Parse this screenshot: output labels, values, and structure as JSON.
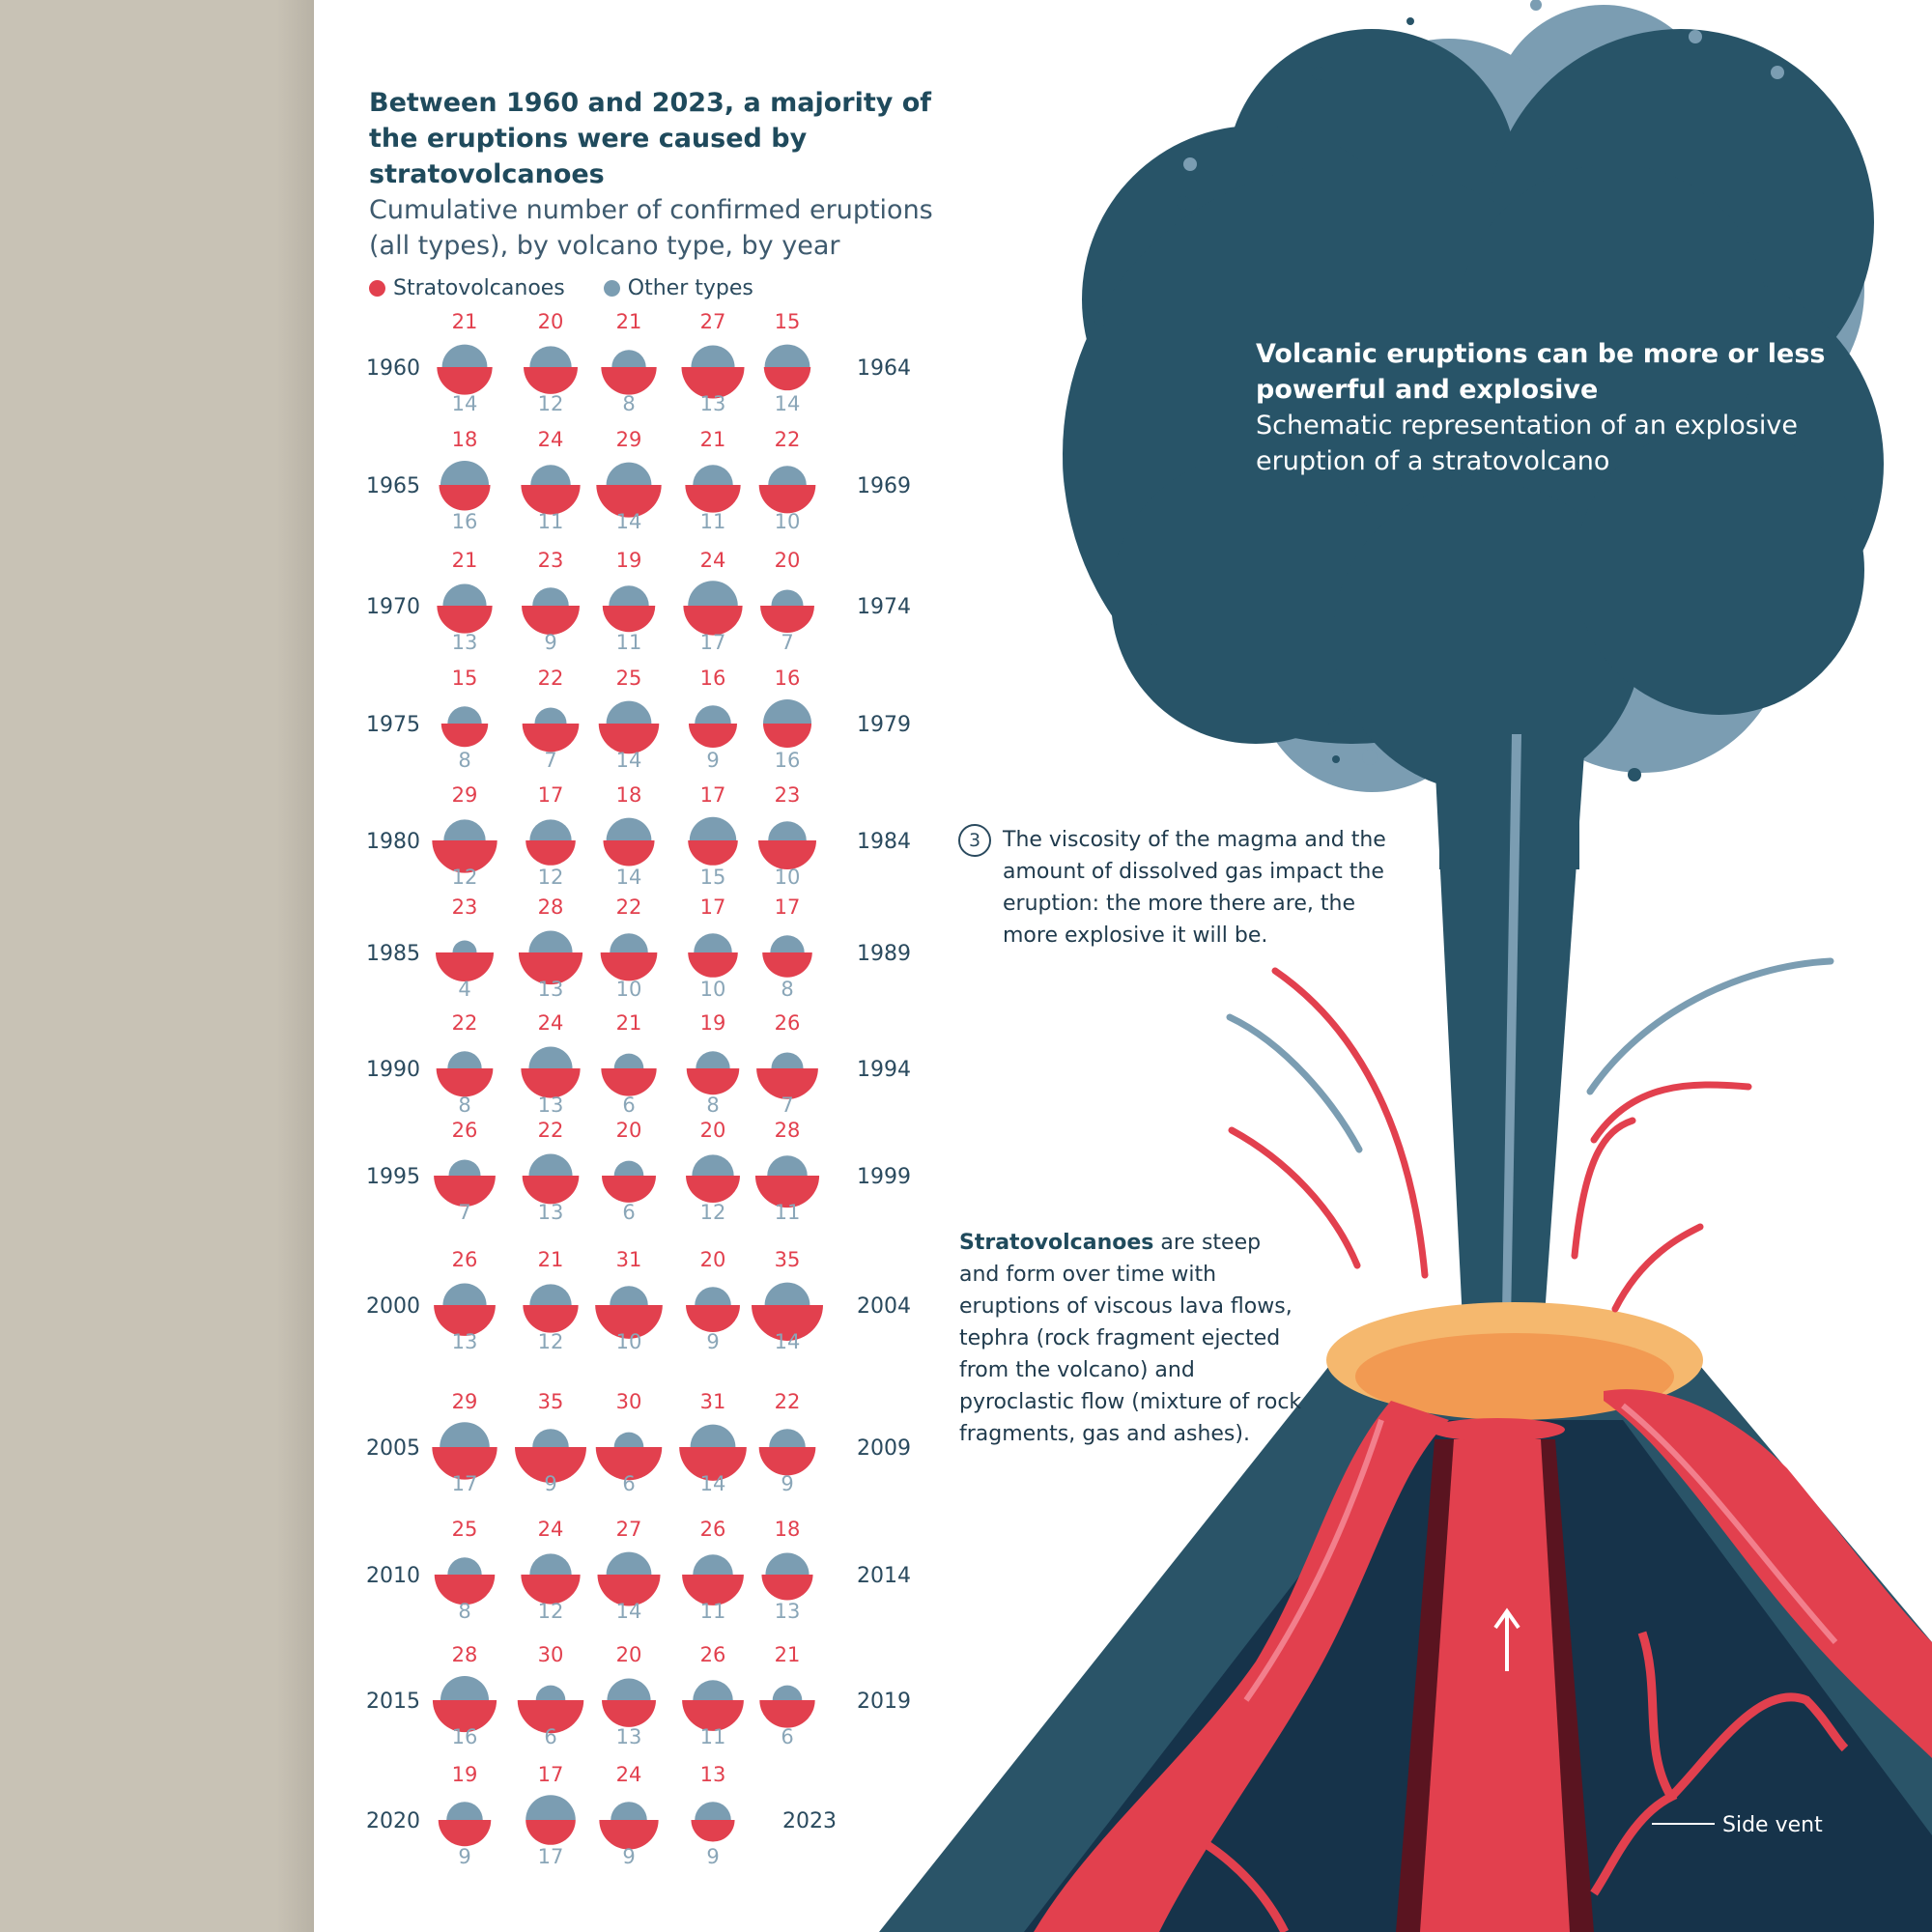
{
  "chart_data": {
    "type": "semicircle-grid",
    "title": "Between 1960 and 2023, a majority of the eruptions were caused by stratovolcanoes",
    "subtitle": "Cumulative number of confirmed eruptions (all types), by volcano type, by year",
    "legend": [
      {
        "name": "Stratovolcanoes",
        "color": "#e2404e"
      },
      {
        "name": "Other types",
        "color": "#7b9db2"
      }
    ],
    "series": [
      {
        "name": "Stratovolcanoes",
        "color": "#e2404e"
      },
      {
        "name": "Other types",
        "color": "#7b9db2"
      }
    ],
    "rows": [
      {
        "start": "1960",
        "end": "1964",
        "strato": [
          21,
          20,
          21,
          27,
          15
        ],
        "other": [
          14,
          12,
          8,
          13,
          14
        ]
      },
      {
        "start": "1965",
        "end": "1969",
        "strato": [
          18,
          24,
          29,
          21,
          22
        ],
        "other": [
          16,
          11,
          14,
          11,
          10
        ]
      },
      {
        "start": "1970",
        "end": "1974",
        "strato": [
          21,
          23,
          19,
          24,
          20
        ],
        "other": [
          13,
          9,
          11,
          17,
          7
        ]
      },
      {
        "start": "1975",
        "end": "1979",
        "strato": [
          15,
          22,
          25,
          16,
          16
        ],
        "other": [
          8,
          7,
          14,
          9,
          16
        ]
      },
      {
        "start": "1980",
        "end": "1984",
        "strato": [
          29,
          17,
          18,
          17,
          23
        ],
        "other": [
          12,
          12,
          14,
          15,
          10
        ]
      },
      {
        "start": "1985",
        "end": "1989",
        "strato": [
          23,
          28,
          22,
          17,
          17
        ],
        "other": [
          4,
          13,
          10,
          10,
          8
        ]
      },
      {
        "start": "1990",
        "end": "1994",
        "strato": [
          22,
          24,
          21,
          19,
          26
        ],
        "other": [
          8,
          13,
          6,
          8,
          7
        ]
      },
      {
        "start": "1995",
        "end": "1999",
        "strato": [
          26,
          22,
          20,
          20,
          28
        ],
        "other": [
          7,
          13,
          6,
          12,
          11
        ]
      },
      {
        "start": "2000",
        "end": "2004",
        "strato": [
          26,
          21,
          31,
          20,
          35
        ],
        "other": [
          13,
          12,
          10,
          9,
          14
        ]
      },
      {
        "start": "2005",
        "end": "2009",
        "strato": [
          29,
          35,
          30,
          31,
          22
        ],
        "other": [
          17,
          9,
          6,
          14,
          9
        ]
      },
      {
        "start": "2010",
        "end": "2014",
        "strato": [
          25,
          24,
          27,
          26,
          18
        ],
        "other": [
          8,
          12,
          14,
          11,
          13
        ]
      },
      {
        "start": "2015",
        "end": "2019",
        "strato": [
          28,
          30,
          20,
          26,
          21
        ],
        "other": [
          16,
          6,
          13,
          11,
          6
        ]
      },
      {
        "start": "2020",
        "end": "2023",
        "strato": [
          19,
          17,
          24,
          13
        ],
        "other": [
          9,
          17,
          9,
          9
        ]
      }
    ]
  },
  "volcano": {
    "title": "Volcanic eruptions can be more or less powerful and explosive",
    "subtitle": "Schematic representation of an explosive eruption of a stratovolcano",
    "step_number": "3",
    "step_text": "The viscosity of the magma and the amount of dissolved gas impact the eruption: the more there are, the more explosive it will be.",
    "strato_term": "Stratovolcanoes",
    "strato_text": " are steep and form over time with eruptions of viscous lava flows, tephra (rock fragment ejected from the volcano) and pyroclastic flow (mixture of rock fragments, gas and ashes).",
    "side_vent_label": "Side vent"
  },
  "colors": {
    "strato": "#e2404e",
    "other": "#7b9db2",
    "strato_text": "#e2404e",
    "other_text": "#8aa6b8",
    "ash_dark": "#285468",
    "ash_light": "#7b9db2",
    "mountain": "#2a5468",
    "mountain_dark": "#16334a",
    "lava": "#e2404e",
    "crater": "#f5b86e"
  }
}
